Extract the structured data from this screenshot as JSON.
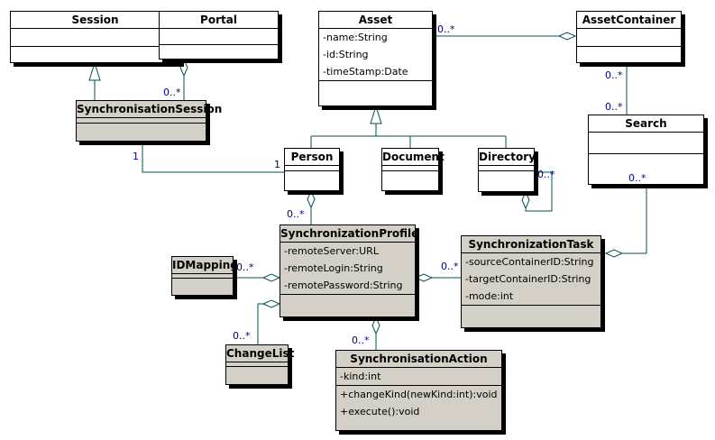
{
  "classes": {
    "session": {
      "name": "Session"
    },
    "portal": {
      "name": "Portal"
    },
    "asset": {
      "name": "Asset",
      "attributes": [
        "-name:String",
        "-id:String",
        "-timeStamp:Date"
      ]
    },
    "asset_container": {
      "name": "AssetContainer"
    },
    "synchronisation_session": {
      "name": "SynchronisationSession"
    },
    "search": {
      "name": "Search"
    },
    "person": {
      "name": "Person"
    },
    "document": {
      "name": "Document"
    },
    "directory": {
      "name": "Directory"
    },
    "synchronization_profile": {
      "name": "SynchronizationProfile",
      "attributes": [
        "-remoteServer:URL",
        "-remoteLogin:String",
        "-remotePassword:String"
      ]
    },
    "synchronization_task": {
      "name": "SynchronizationTask",
      "attributes": [
        "-sourceContainerID:String",
        "-targetContainerID:String",
        "-mode:int"
      ]
    },
    "id_mapping": {
      "name": "IDMapping"
    },
    "change_list": {
      "name": "ChangeList"
    },
    "synchronisation_action": {
      "name": "SynchronisationAction",
      "attributes": [
        "-kind:int"
      ],
      "operations": [
        "+changeKind(newKind:int):void",
        "+execute():void"
      ]
    }
  },
  "multiplicities": {
    "portal_session": "0..*",
    "asset_container": "0..*",
    "container_search_top": "0..*",
    "container_search_bottom": "0..*",
    "session_person_left": "1",
    "session_person_right": "1",
    "directory_self": "0..*",
    "search_task": "0..*",
    "person_profile": "0..*",
    "profile_mapping": "0..*",
    "profile_task": "0..*",
    "profile_changelist": "0..*",
    "profile_action": "0..*"
  },
  "colors": {
    "line": "#005050",
    "multiplicity": "#000080",
    "shaded": "#d4d0c8"
  }
}
